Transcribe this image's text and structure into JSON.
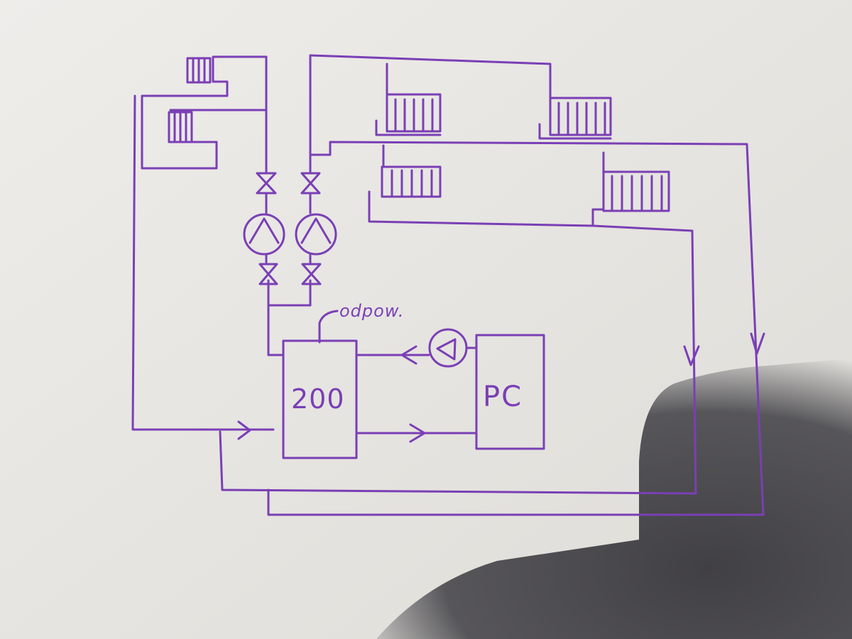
{
  "colors": {
    "paper": "#e9e8e4",
    "ink": "#7a3fb5",
    "shadow": "#26252a"
  },
  "labels": {
    "tank": "200",
    "heat_pump": "PC",
    "vent": "odpow."
  },
  "components": [
    {
      "kind": "buffer-tank",
      "label_ref": "tank"
    },
    {
      "kind": "heat-pump",
      "label_ref": "heat_pump"
    },
    {
      "kind": "circulation-pump",
      "count": 3
    },
    {
      "kind": "valve",
      "count": 4
    },
    {
      "kind": "radiator",
      "count": 6
    }
  ]
}
